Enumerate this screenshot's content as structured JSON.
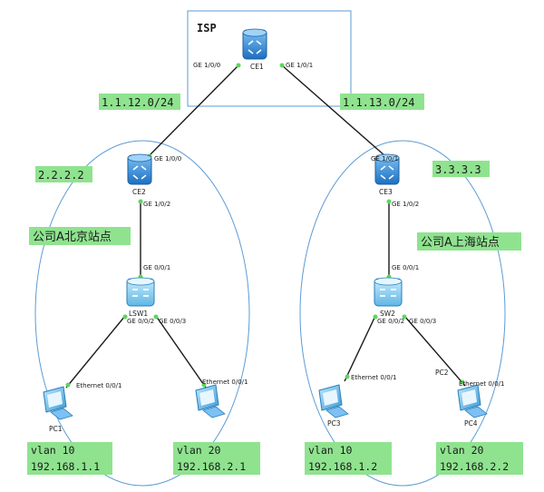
{
  "isp": {
    "label": "ISP"
  },
  "devices": {
    "ce1": {
      "label": "CE1",
      "port_left": "GE 1/0/0",
      "port_right": "GE 1/0/1"
    },
    "ce2": {
      "label": "CE2",
      "port_up": "GE 1/0/0",
      "port_down": "GE 1/0/2"
    },
    "ce3": {
      "label": "CE3",
      "port_up": "GE 1/0/1",
      "port_down": "GE 1/0/2"
    },
    "lsw1": {
      "label": "LSW1",
      "port_up": "GE 0/0/1",
      "port_left": "GE 0/0/2",
      "port_right": "GE 0/0/3"
    },
    "sw2": {
      "label": "SW2",
      "port_up": "GE 0/0/1",
      "port_left": "GE 0/0/2",
      "port_right": "GE 0/0/3"
    },
    "pc1": {
      "label": "PC1",
      "port": "Ethernet 0/0/1"
    },
    "pc2": {
      "label": "",
      "port": "Ethernet 0/0/1"
    },
    "pc3": {
      "label": "PC3",
      "port": "Ethernet 0/0/1"
    },
    "pc4": {
      "label": "PC4",
      "port": "Ethernet 0/0/1",
      "extra_label": "PC2"
    }
  },
  "networks": {
    "left_link": "1.1.12.0/24",
    "right_link": "1.1.13.0/24",
    "ce2_loopback": "2.2.2.2",
    "ce3_loopback": "3.3.3.3"
  },
  "sites": {
    "beijing": "公司A北京站点",
    "shanghai": "公司A上海站点"
  },
  "hosts": {
    "pc1": {
      "vlan": "vlan 10",
      "ip": "192.168.1.1"
    },
    "pc2": {
      "vlan": "vlan 20",
      "ip": "192.168.2.1"
    },
    "pc3": {
      "vlan": "vlan 10",
      "ip": "192.168.1.2"
    },
    "pc4": {
      "vlan": "vlan 20",
      "ip": "192.168.2.2"
    }
  },
  "colors": {
    "label_bg": "#8fe38f",
    "ellipse": "#5b9bd5",
    "isp_box": "#5b9bd5",
    "link": "#1a1a1a",
    "port_dot": "#5cd65c",
    "device_blue": "#2f86d6"
  }
}
